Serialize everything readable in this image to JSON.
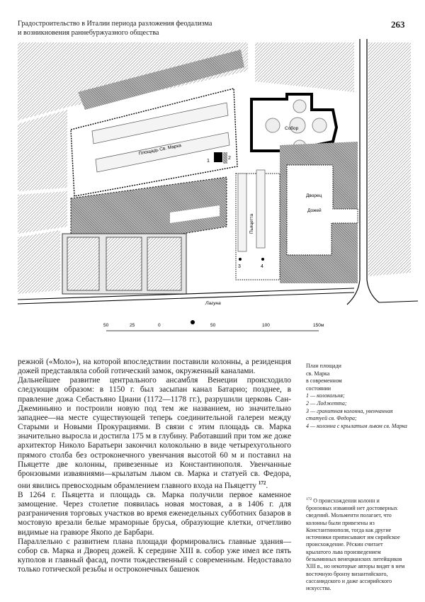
{
  "header": {
    "running_title_line1": "Градостроительство в Италии периода разложения феодализма",
    "running_title_line2": "и возникновения раннебуржуазного общества",
    "page_number": "263"
  },
  "map": {
    "labels": {
      "piazza": "Площадь Св. Марка",
      "cathedral": "Собор",
      "palace_line1": "Дворец",
      "palace_line2": "Дожей",
      "piazzetta": "Пьяцетта",
      "lagoon": "Лагуна",
      "n1": "1",
      "n2": "2",
      "n3": "3",
      "n4": "4"
    },
    "scale_bar": {
      "ticks": [
        "50",
        "25",
        "0",
        "50",
        "100",
        "150м"
      ]
    }
  },
  "caption": {
    "title_lines": [
      "План площади",
      "св. Марка",
      "в современном",
      "состоянии"
    ],
    "items": [
      "1 — колокольня;",
      "2 — Лоджетта;",
      "3 — гранитная колонна, увенчанная статуей св. Федора;",
      "4 — колонна с крылатым львом св. Марка"
    ]
  },
  "body": {
    "paragraphs": [
      "режной («Моло»), на которой впоследствии поставили колонны, а резиденция дожей представляла собой готический замок, окруженный каналами.",
      "Дальнейшее развитие центрального ансамбля Венеции происходило следующим образом: в 1150 г. был засыпан канал Батарио; позднее, в правление дожа Себастьяно Циани (1172—1178 гг.), разрушили церковь Сан-Джеминьяно и построили новую под тем же названием, но значительно западнее—на месте существующей теперь соединительной галереи между Старыми и Новыми Прокурациями. В связи с этим площадь св. Марка значительно выросла и достигла 175 м в глубину. Работавший при том же доже архитектор Николо Баратьери закончил колокольню в виде четырехугольного прямого столба без остроконечного увенчания высотой 60 м и поставил на Пьяцетте две колонны, привезенные из Константинополя. Увенчанные бронзовыми изваяниями—крылатым львом св. Марка и статуей св. Федора, они явились превосходным обрамлением главного входа на Пьяцетту",
      "В 1264 г. Пьяцетта и площадь св. Марка получили первое каменное замощение. Через столетие появилась новая мостовая, а в 1406 г. для разграничения торговых участков во время еженедельных субботних базаров в мостовую врезали белые мраморные брусья, образующие клетки, отчетливо видимые на гравюре Якопо де Барбари.",
      "Параллельно с развитием плана площади формировались главные здания—собор св. Марка и Дворец дожей. К середине XIII в. собор уже имел все пять куполов и главный фасад, почти тождественный с современным. Недоставало только готической резьбы и остроконечных башенок"
    ],
    "footnote_ref": "172"
  },
  "footnote": {
    "number": "172",
    "text": "О происхождении колонн и бронзовых изваяний нет достоверных сведений. Мольменти полагает, что колонны были привезены из Константинополя, тогда как другие источники приписывают им сирийское происхождение. Рёскин считает крылатого льва произведением безымянных венецианских литейщиков XIII в., но некоторые авторы видят в нем восточную бронзу византийского, сассанидского и даже ассирийского искусства."
  }
}
